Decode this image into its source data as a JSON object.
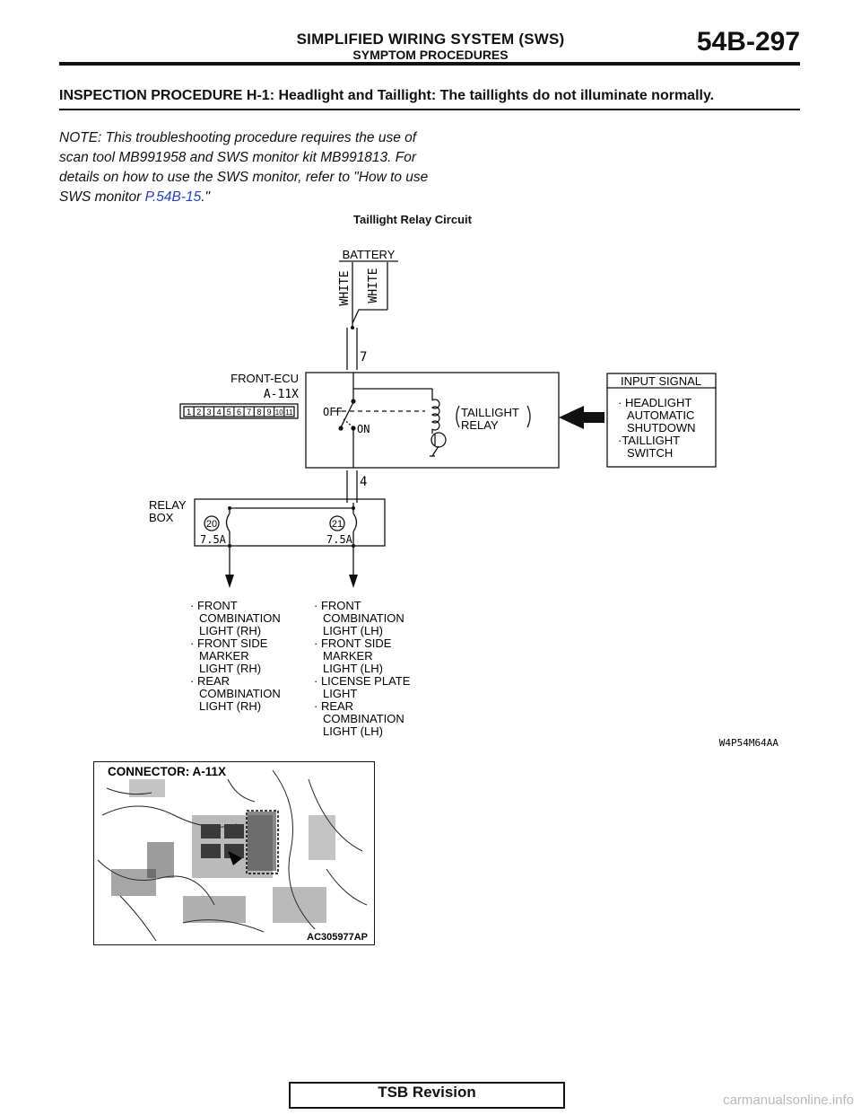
{
  "header": {
    "title": "SIMPLIFIED WIRING SYSTEM (SWS)",
    "subtitle": "SYMPTOM PROCEDURES",
    "page": "54B-297"
  },
  "procedure_title": "INSPECTION PROCEDURE H-1: Headlight and Taillight: The taillights do not illuminate normally.",
  "note": {
    "text": "NOTE: This troubleshooting procedure requires the use of scan tool MB991958 and SWS monitor kit MB991813. For details on how to use the SWS monitor, refer to \"How to use SWS monitor ",
    "link": "P.54B-15",
    "end": ".\""
  },
  "diagram": {
    "title": "Taillight Relay Circuit",
    "battery": "BATTERY",
    "wire1": "WHITE",
    "wire2": "WHITE",
    "pin_top": "7",
    "pin_bottom": "4",
    "ecu_label": "FRONT-ECU",
    "connector": "A-11X",
    "pins": [
      "1",
      "2",
      "3",
      "4",
      "5",
      "6",
      "7",
      "8",
      "9",
      "10",
      "11"
    ],
    "off": "OFF",
    "on": "ON",
    "relay_1": "TAILLIGHT",
    "relay_2": "RELAY",
    "input_header": "INPUT SIGNAL",
    "input_lines": [
      "· HEADLIGHT",
      "AUTOMATIC",
      "SHUTDOWN",
      "·TAILLIGHT",
      "SWITCH"
    ],
    "relay_box_1": "RELAY",
    "relay_box_2": "BOX",
    "fuse_left_num": "20",
    "fuse_left_amp": "7.5A",
    "fuse_right_num": "21",
    "fuse_right_amp": "7.5A",
    "loads_left": [
      "· FRONT",
      "COMBINATION",
      "LIGHT (RH)",
      "· FRONT SIDE",
      "MARKER",
      "LIGHT (RH)",
      "· REAR",
      "COMBINATION",
      "LIGHT (RH)"
    ],
    "loads_right": [
      "· FRONT",
      "COMBINATION",
      "LIGHT (LH)",
      "· FRONT SIDE",
      "MARKER",
      "LIGHT (LH)",
      "· LICENSE PLATE",
      "LIGHT",
      "· REAR",
      "COMBINATION",
      "LIGHT (LH)"
    ],
    "code": "W4P54M64AA"
  },
  "photo": {
    "label": "CONNECTOR: A-11X",
    "code": "AC305977AP"
  },
  "footer": "TSB Revision",
  "watermark": "carmanualsonline.info"
}
